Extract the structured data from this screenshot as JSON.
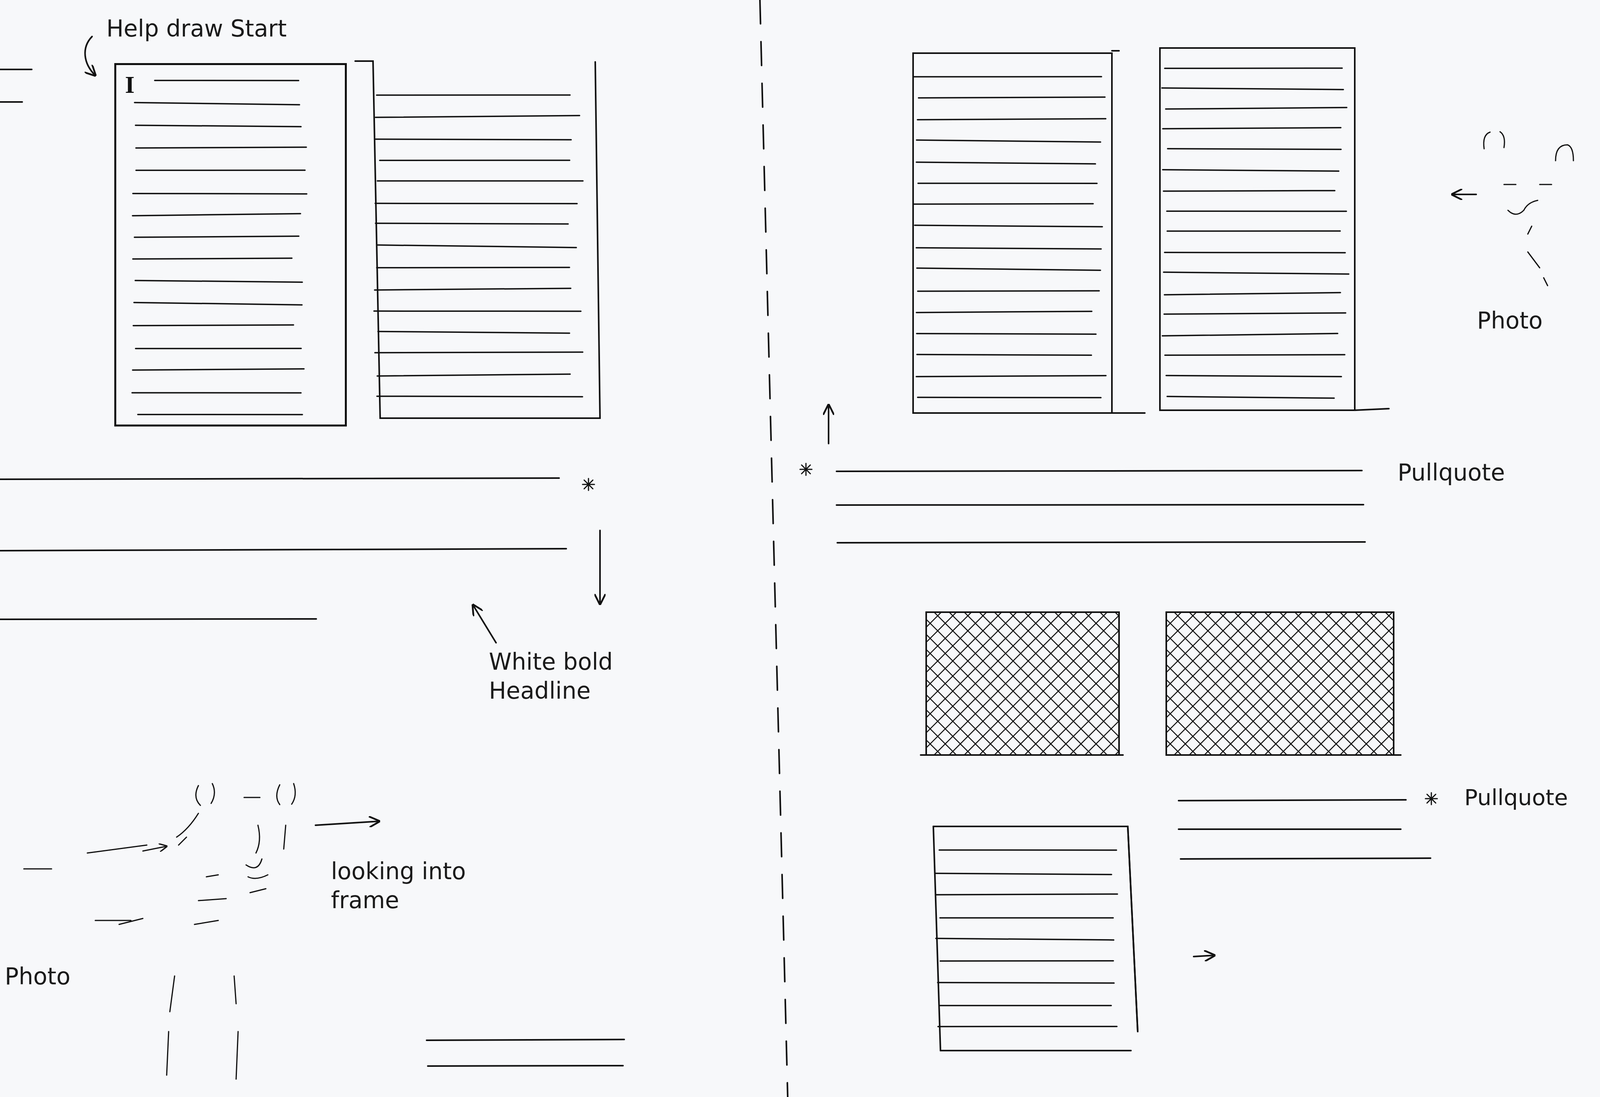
{
  "diagram": {
    "nodes": [
      {
        "text": [
          "I"
        ]
      }
    ],
    "labels": [
      "Help draw Start",
      "White bold Headline",
      "looking into frame",
      "Photo",
      "Photo",
      "Pullquote",
      "Pullquote"
    ]
  }
}
